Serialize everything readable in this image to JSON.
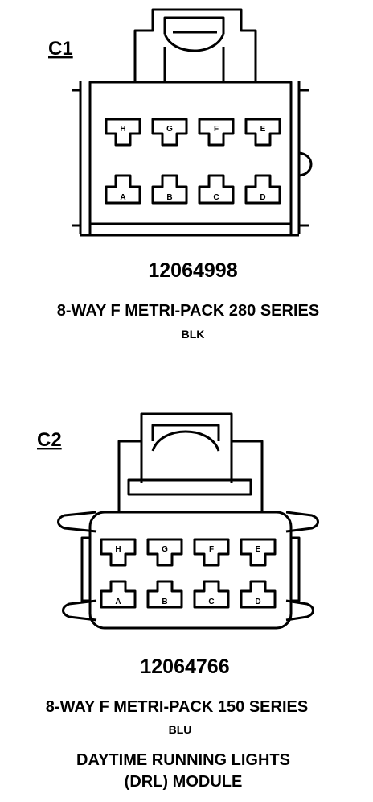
{
  "connectors": [
    {
      "id": "C1",
      "part_number": "12064998",
      "description": "8-WAY F METRI-PACK 280 SERIES",
      "color": "BLK",
      "top_pins": [
        "H",
        "G",
        "F",
        "E"
      ],
      "bottom_pins": [
        "A",
        "B",
        "C",
        "D"
      ]
    },
    {
      "id": "C2",
      "part_number": "12064766",
      "description": "8-WAY F METRI-PACK 150 SERIES",
      "color": "BLU",
      "top_pins": [
        "H",
        "G",
        "F",
        "E"
      ],
      "bottom_pins": [
        "A",
        "B",
        "C",
        "D"
      ]
    }
  ],
  "module_title_line1": "DAYTIME RUNNING LIGHTS",
  "module_title_line2": "(DRL) MODULE"
}
